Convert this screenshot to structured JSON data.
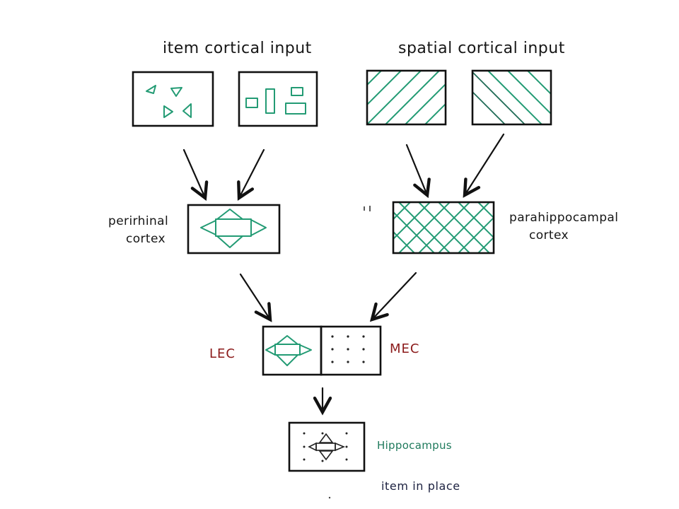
{
  "labels": {
    "item_input": "item cortical input",
    "spatial_input": "spatial cortical input",
    "perirhinal_line1": "perirhinal",
    "perirhinal_line2": "cortex",
    "parahippocampal_line1": "parahippocampal",
    "parahippocampal_line2": "cortex",
    "lec": "LEC",
    "mec": "MEC",
    "hippocampus": "Hippocampus",
    "item_in_place": "item in place"
  },
  "colors": {
    "ink": "#111111",
    "green": "#239b74",
    "red": "#8b1a1a",
    "navy": "#1c2140"
  }
}
